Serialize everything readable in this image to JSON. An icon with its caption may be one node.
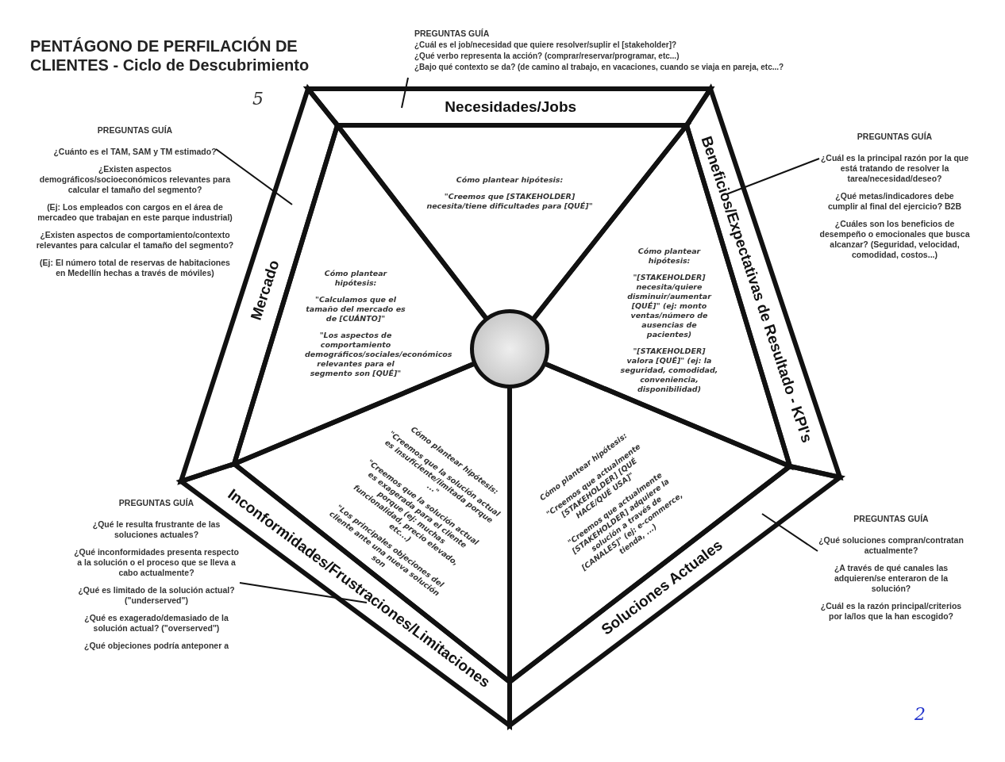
{
  "diagram": {
    "title": "PENTÁGONO DE PERFILACIÓN DE CLIENTES - Ciclo de Descubrimiento",
    "nodes": [
      {
        "text": [
          "PREGUNTAS GUÍA",
          "¿Cuál es el job/necesidad que quiere resolver/suplir el [stakeholder]?",
          "¿Qué verbo representa la acción? (comprar/reservar/programar, etc...)",
          "¿Bajo qué contexto se da? (de camino al trabajo, en vacaciones, cuando se viaja en pareja, etc...?"
        ]
      },
      {
        "text": [
          "Necesidades/Jobs"
        ]
      },
      {
        "text": [
          "Beneficios/Expectativas de Resultado - KPI's"
        ]
      },
      {
        "text": [
          "Soluciones Actuales"
        ]
      },
      {
        "text": [
          "Inconformidades/Frustraciones/Limitaciones"
        ]
      },
      {
        "text": [
          "Mercado"
        ]
      },
      {
        "text": [
          "Cómo plantear hipótesis:",
          "\"Creemos que [STAKEHOLDER] necesita/tiene dificultades para [QUÉ]\""
        ]
      },
      {
        "text": [
          "Cómo plantear hipótesis:",
          "\"[STAKEHOLDER] necesita/quiere disminuir/aumentar [QUÉ]\" (ej: monto ventas/número de ausencias de pacientes)",
          "\"[STAKEHOLDER] valora [QUÉ]\" (ej: la seguridad, comodidad, conveniencia, disponibilidad)"
        ]
      },
      {
        "text": [
          "Cómo plantear hipótesis:",
          "\"Creemos que actualmente [STAKEHOLDER] [QUÉ HACE/QUÉ USA]\"",
          "\"Creemos que actualmente [STAKEHOLDER] adquiere la solución a través de [CANALES]\" (ej: e-commerce, tienda, ...)"
        ]
      },
      {
        "text": [
          "Cómo plantear hipótesis:",
          "\"Creemos que la solución actual es insuficiente/limitada porque ...\"",
          "\"Creemos que la solución actual es exagerada para el cliente porque (ej: muchas funcionalidad, precio elevado, etc...)",
          "\"Los principales objeciones del cliente ante una nueva solución son"
        ]
      },
      {
        "text": [
          "Cómo plantear hipótesis:",
          "\"Calculamos que el tamaño del mercado es de [CUÁNTO]\"",
          "\"Los aspectos de comportamiento demográficos/sociales/económicos relevantes para el segmento son [QUÉ]\""
        ]
      },
      {
        "text": [],
        "shape": "circle"
      },
      {
        "text": [
          "PREGUNTAS GUÍA",
          "¿Cuánto es el TAM, SAM y TM estimado?",
          "¿Existen aspectos demográficos/socioeconómicos relevantes para calcular el tamaño del segmento?",
          "(Ej: Los empleados con cargos en el área de mercadeo que trabajan en este parque industrial)",
          "¿Existen aspectos de comportamiento/contexto relevantes para calcular el tamaño del segmento?",
          "(Ej: El número total de reservas de habitaciones en Medellín hechas a través de móviles)"
        ]
      },
      {
        "text": [
          "PREGUNTAS GUÍA",
          "¿Cuál es la principal razón por la que está tratando de resolver la tarea/necesidad/deseo?",
          "¿Qué metas/indicadores debe cumplir al final del ejercicio? B2B",
          "¿Cuáles son los beneficios de desempeño o emocionales que busca alcanzar? (Seguridad, velocidad, comodidad, costos...)"
        ]
      },
      {
        "text": [
          "PREGUNTAS GUÍA",
          "¿Qué le resulta frustrante de las soluciones actuales?",
          "¿Qué inconformidades presenta respecto a la solución o el proceso que se lleva a cabo actualmente?",
          "¿Qué es limitado de la solución actual? (\"underserved\")",
          "¿Qué es exagerado/demasiado de la solución actual? (\"overserved\")",
          "¿Qué objeciones podría anteponer a"
        ]
      },
      {
        "text": [
          "PREGUNTAS GUÍA",
          "¿Qué soluciones compran/contratan actualmente?",
          "¿A través de qué canales las adquieren/se enteraron de la solución?",
          "¿Cuál es la razón principal/criterios por la/los que la han escogido?"
        ]
      }
    ],
    "edges": [
      {
        "from": 0,
        "to": 1,
        "arrow": "none"
      },
      {
        "from": 12,
        "to": 5,
        "arrow": "none"
      },
      {
        "from": 13,
        "to": 2,
        "arrow": "none"
      },
      {
        "from": 14,
        "to": 4,
        "arrow": "none"
      },
      {
        "from": 15,
        "to": 3,
        "arrow": "none"
      }
    ],
    "labels": [
      "5",
      "2"
    ]
  }
}
